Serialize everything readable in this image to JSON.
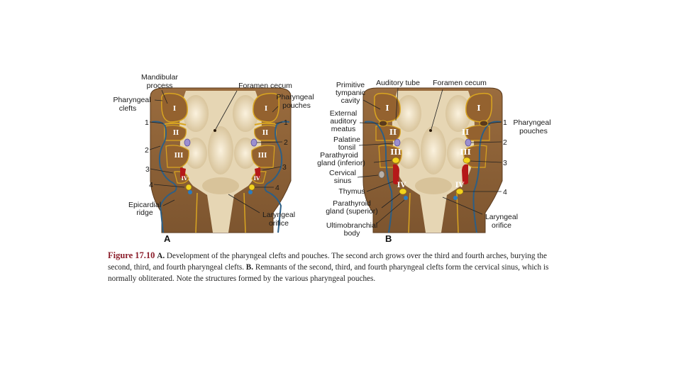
{
  "panel_a": {
    "letter": "A",
    "labels": {
      "mandibular_1": "Mandibular",
      "mandibular_2": "process",
      "clefts_1": "Pharyngeal",
      "clefts_2": "clefts",
      "foramen": "Foramen cecum",
      "pouches_1": "Pharyngeal",
      "pouches_2": "pouches",
      "epicardial_1": "Epicardial",
      "epicardial_2": "ridge",
      "laryngeal_1": "Laryngeal",
      "laryngeal_2": "orifice"
    },
    "numbers": [
      "1",
      "2",
      "3",
      "4"
    ],
    "arches": [
      "I",
      "II",
      "III",
      "IV"
    ]
  },
  "panel_b": {
    "letter": "B",
    "labels": {
      "primitive_1": "Primitive",
      "primitive_2": "tympanic",
      "primitive_3": "cavity",
      "auditory_tube": "Auditory tube",
      "foramen": "Foramen cecum",
      "external_1": "External",
      "external_2": "auditory",
      "external_3": "meatus",
      "palatine_1": "Palatine",
      "palatine_2": "tonsil",
      "parathyroid_inf_1": "Parathyroid",
      "parathyroid_inf_2": "gland (inferior)",
      "cervical_1": "Cervical",
      "cervical_2": "sinus",
      "thymus": "Thymus",
      "parathyroid_sup_1": "Parathyroid",
      "parathyroid_sup_2": "gland (superior)",
      "ultimo_1": "Ultimobranchial",
      "ultimo_2": "body",
      "pouches_1": "Pharyngeal",
      "pouches_2": "pouches",
      "laryngeal_1": "Laryngeal",
      "laryngeal_2": "orifice"
    },
    "numbers": [
      "1",
      "2",
      "3",
      "4"
    ],
    "arches": [
      "I",
      "II",
      "III",
      "IV"
    ]
  },
  "caption": {
    "figure_label": "Figure 17.10",
    "a_label": "A.",
    "a_text": " Development of the pharyngeal clefts and pouches. The second arch grows over the third and fourth arches, burying the second, third, and fourth pharyngeal clefts. ",
    "b_label": "B.",
    "b_text": " Remnants of the second, third, and fourth pharyngeal clefts form the cervical sinus, which is normally obliterated. Note the structures formed by the various pharyngeal pouches."
  },
  "colors": {
    "tissue": "#8a5f35",
    "pharynx": "#e6d6b4",
    "cleft_line": "#2c5f86",
    "pouch_line": "#d9a520",
    "thymus": "#b51818",
    "parathyroid": "#f2d21e",
    "ultimobranchial": "#2a7cc0",
    "caption_red": "#8b1e2b"
  }
}
